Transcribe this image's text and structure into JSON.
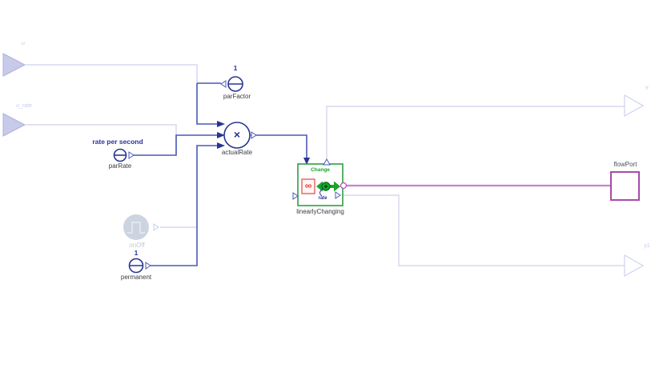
{
  "diagram_title": "Modelica-style block diagram",
  "colors": {
    "signal_line": "#4a5ab4",
    "component_outline": "#283593",
    "faint_line": "#d5d8f0",
    "faint_fill": "#c7cae9",
    "faint_text": "#c6c9ea",
    "label_text": "#3a3a44",
    "blue_text": "#2832a0",
    "block_green": "#2e9e44",
    "arrow_green": "#17a52b",
    "alert_red": "#e04848",
    "flowport_magenta": "#a84aa8",
    "flow_line_magenta": "#c583cf",
    "onoff_fill": "#cdd4e1"
  },
  "nodes": {
    "u": {
      "label": "u"
    },
    "u_rate": {
      "label": "u_rate"
    },
    "par_factor": {
      "value": "1",
      "label": "parFactor"
    },
    "par_rate": {
      "value_text": "rate per second",
      "label": "parRate"
    },
    "actual_rate": {
      "operator": "×",
      "label": "actualRate"
    },
    "on_off": {
      "label": "onOff"
    },
    "permanent": {
      "value": "1",
      "label": "permanent"
    },
    "linearly_changing": {
      "label": "linearlyChanging",
      "title": "Change",
      "infinity_glyph": "∞",
      "rate_label": "rate"
    },
    "flow_port": {
      "label": "flowPort"
    },
    "y": {
      "label": "y"
    },
    "y1": {
      "label": "y1"
    }
  }
}
